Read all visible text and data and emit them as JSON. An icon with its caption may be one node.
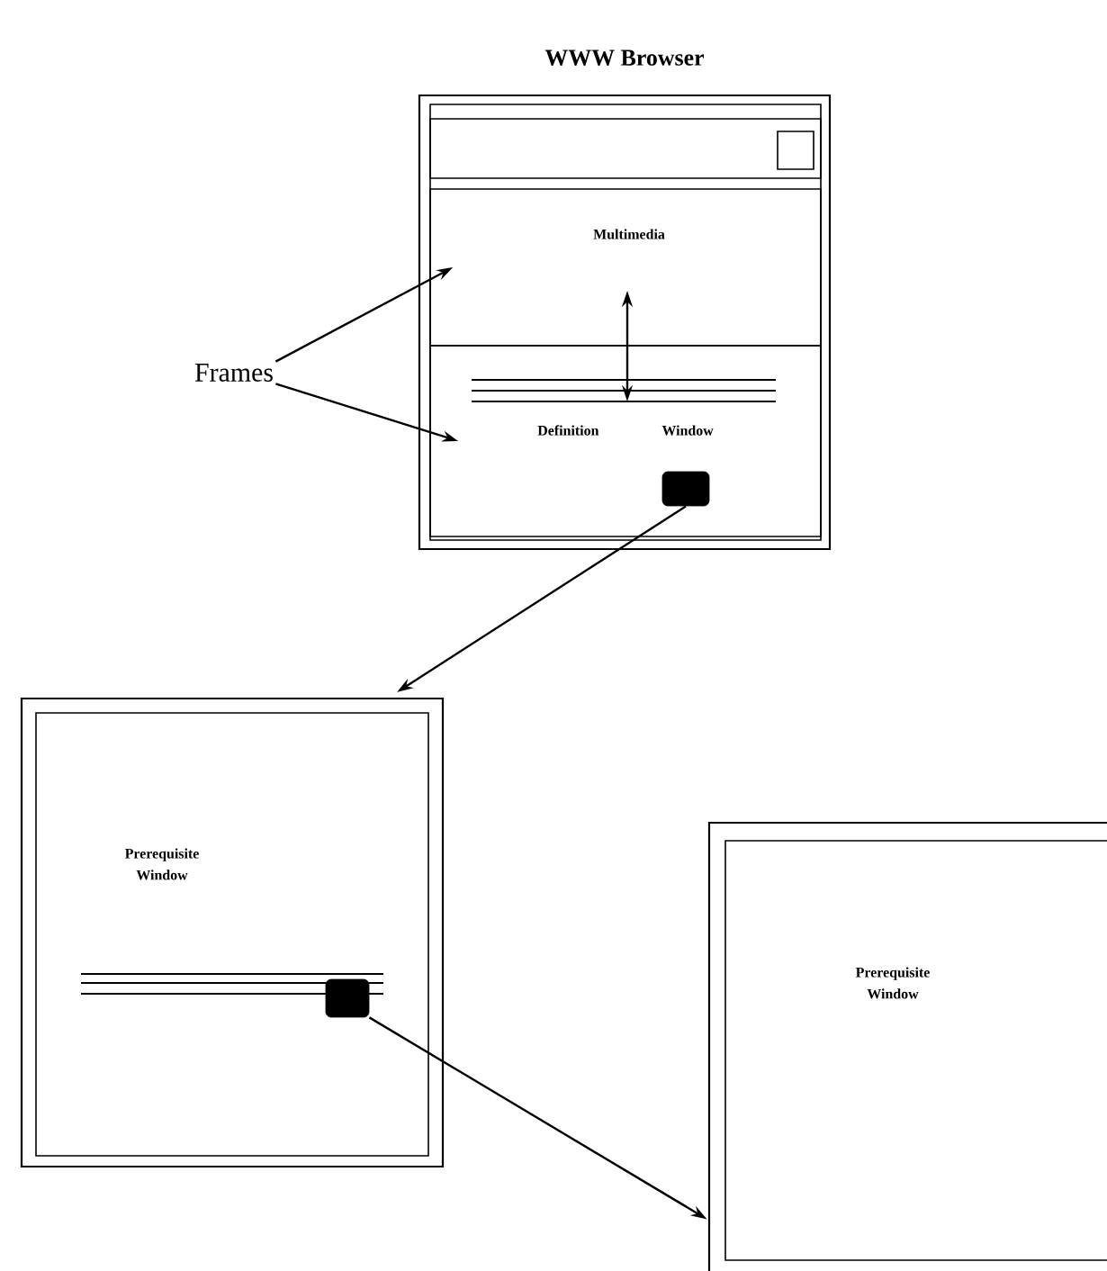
{
  "diagram": {
    "nodes": [
      {
        "text": [
          "WWW Browser"
        ]
      },
      {
        "text": [
          "Multimedia"
        ],
        "in": 0
      },
      {
        "text": [
          "Definition Window"
        ],
        "in": 0
      },
      {
        "text": [],
        "shape": "box",
        "in": 2
      },
      {
        "text": [
          "Frames"
        ]
      },
      {
        "text": [
          "Prerequisite Window"
        ]
      },
      {
        "text": [],
        "shape": "box",
        "in": 5
      },
      {
        "text": [
          "Prerequisite Window"
        ]
      }
    ],
    "edges": [
      {
        "from": 4,
        "to": 1,
        "arrow": "to"
      },
      {
        "from": 4,
        "to": 2,
        "arrow": "to"
      },
      {
        "from": 1,
        "to": 2,
        "arrow": "both"
      },
      {
        "from": 3,
        "to": 5,
        "arrow": "to"
      },
      {
        "from": 6,
        "to": 7,
        "arrow": "to"
      }
    ]
  }
}
